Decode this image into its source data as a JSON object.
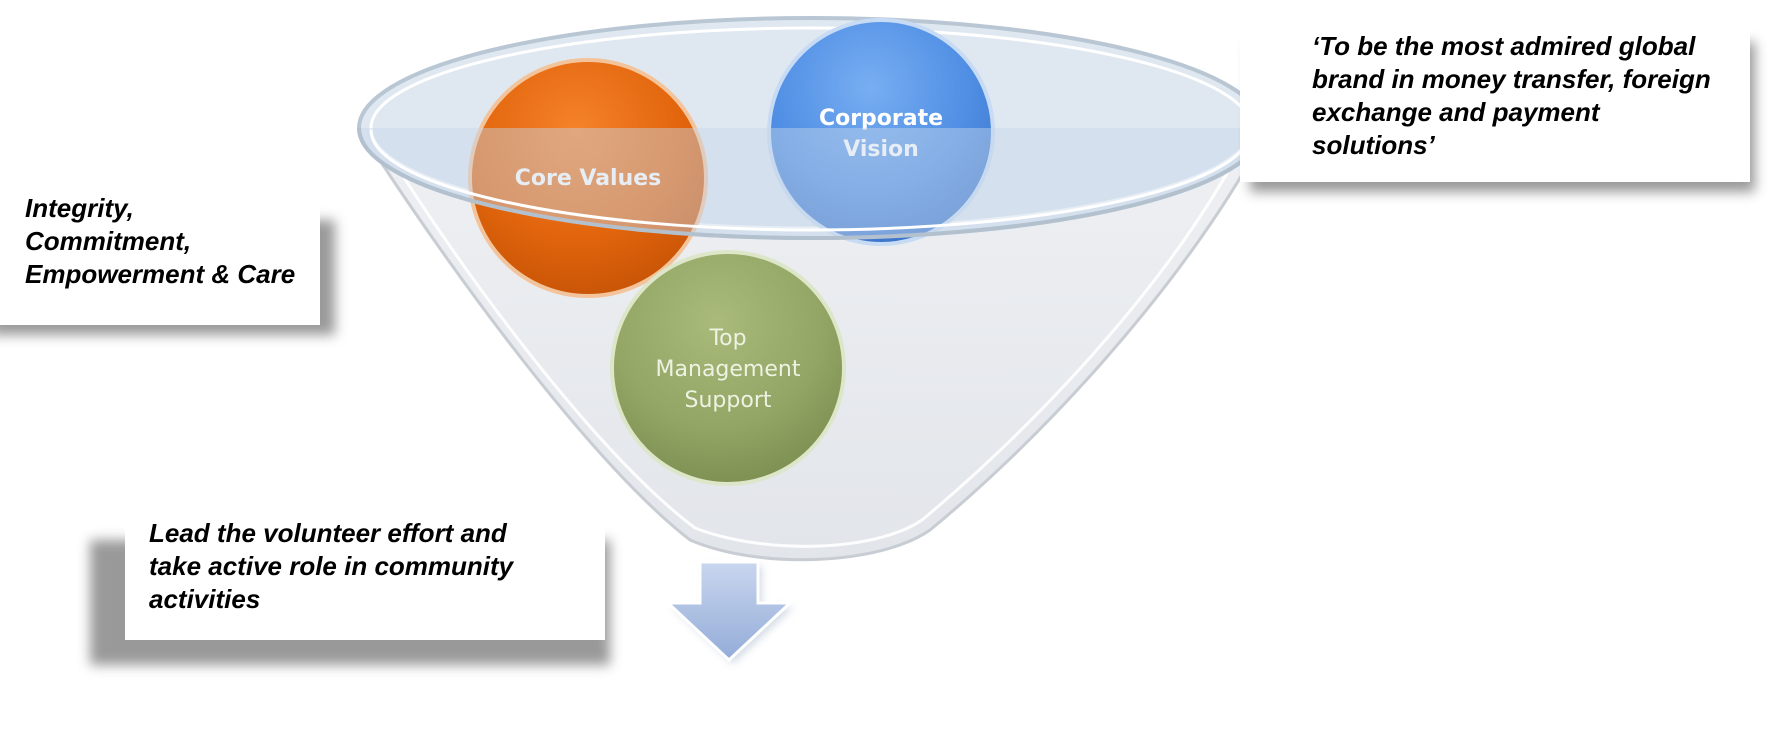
{
  "funnel": {
    "circles": [
      {
        "id": "core-values",
        "label_lines": [
          "Core Values"
        ],
        "color": "#e2650c"
      },
      {
        "id": "corporate-vision",
        "label_lines": [
          "Corporate",
          "Vision"
        ],
        "color": "#4f8ee4"
      },
      {
        "id": "top-management-support",
        "label_lines": [
          "Top",
          "Management",
          "Support"
        ],
        "color": "#8fa35f"
      }
    ]
  },
  "callouts": {
    "vision": {
      "lines": [
        "‘To be the most admired global",
        "brand in money transfer, foreign",
        "exchange and payment",
        "solutions’"
      ]
    },
    "values": {
      "lines": [
        "Integrity,",
        "Commitment,",
        "Empowerment & Care"
      ]
    },
    "management": {
      "lines": [
        "Lead the volunteer effort and",
        "take active role in community",
        "activities"
      ]
    }
  },
  "arrow": {
    "direction": "down",
    "color": "#a8bddf"
  }
}
